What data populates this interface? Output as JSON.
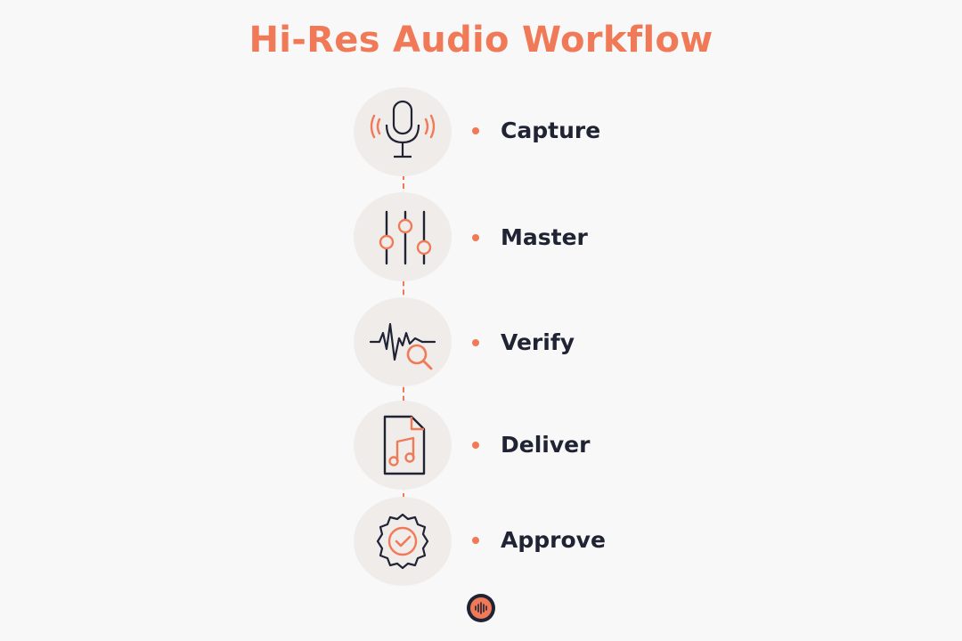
{
  "title": "Hi-Res Audio Workflow",
  "colors": {
    "accent": "#f07a58",
    "text": "#1f2333",
    "circle": "#efecea",
    "background": "#f8f8f8"
  },
  "steps": [
    {
      "label": "Capture",
      "icon": "microphone-icon"
    },
    {
      "label": "Master",
      "icon": "mixer-sliders-icon"
    },
    {
      "label": "Verify",
      "icon": "waveform-search-icon"
    },
    {
      "label": "Deliver",
      "icon": "music-file-icon"
    },
    {
      "label": "Approve",
      "icon": "check-badge-icon"
    }
  ],
  "footer_logo": {
    "icon": "audio-wave-logo-icon"
  }
}
